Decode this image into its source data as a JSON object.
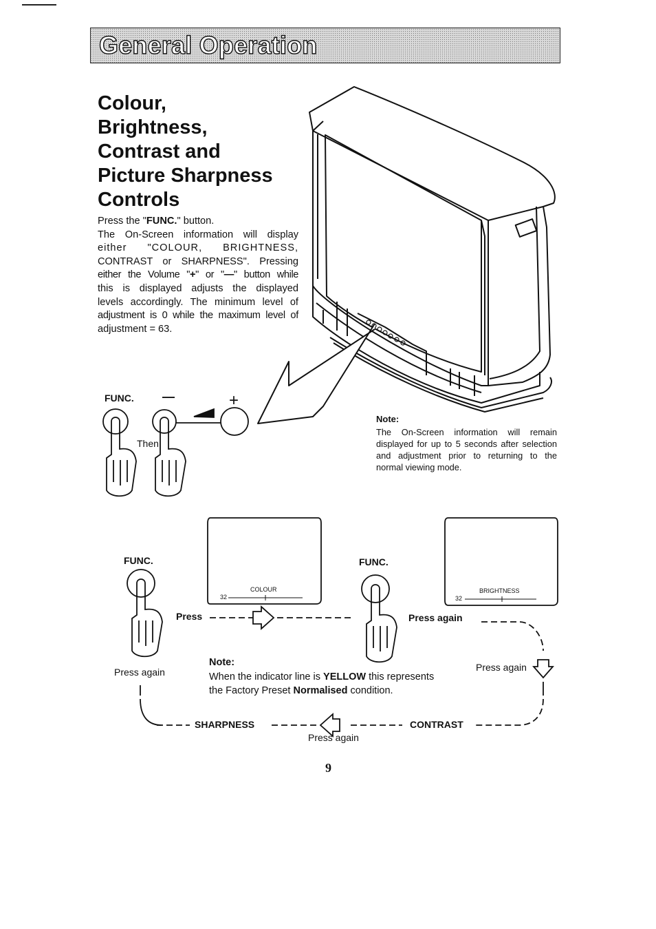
{
  "header": {
    "title": "General Operation"
  },
  "section": {
    "title_lines": [
      "Colour,",
      "Brightness,",
      "Contrast and",
      "Picture Sharpness",
      "Controls"
    ]
  },
  "body": {
    "line1_a": "Press the \"",
    "line1_b": "FUNC.",
    "line1_c": "\" button.",
    "line2": "The On-Screen information will display",
    "line3": "either \"COLOUR, BRIGHTNESS,",
    "line4": "CONTRAST or SHARPNESS\". Pressing",
    "line5_a": "either the Volume \"",
    "line5_plus": "+",
    "line5_b": "\" or \"",
    "line5_minus": "—",
    "line5_c": "\" button while",
    "line6": "this is displayed adjusts the displayed",
    "line7": "levels accordingly. The minimum level of",
    "line8": "adjustment is 0 while the maximum level of",
    "line9": "adjustment = 63."
  },
  "diagram_top": {
    "func_label": "FUNC.",
    "minus_label": "—",
    "plus_label": "+",
    "then_label": "Then"
  },
  "note1": {
    "heading": "Note:",
    "text": "The On-Screen information will remain displayed for up to 5 seconds after selection and adjustment prior to returning to the normal viewing mode."
  },
  "flow": {
    "func_left": "FUNC.",
    "func_right": "FUNC.",
    "press": "Press",
    "press_again_right": "Press again",
    "press_again_side": "Press again",
    "press_again_left": "Press again",
    "press_again_bottom": "Press again",
    "sharpness": "SHARPNESS",
    "contrast": "CONTRAST",
    "screen1_label": "COLOUR",
    "screen1_value": "32",
    "screen2_label": "BRIGHTNESS",
    "screen2_value": "32"
  },
  "note2": {
    "heading": "Note:",
    "line1_a": "When the indicator line is ",
    "line1_b": "YELLOW",
    "line1_c": " this represents",
    "line2_a": "the Factory Preset ",
    "line2_b": "Normalised",
    "line2_c": " condition."
  },
  "page_number": "9"
}
